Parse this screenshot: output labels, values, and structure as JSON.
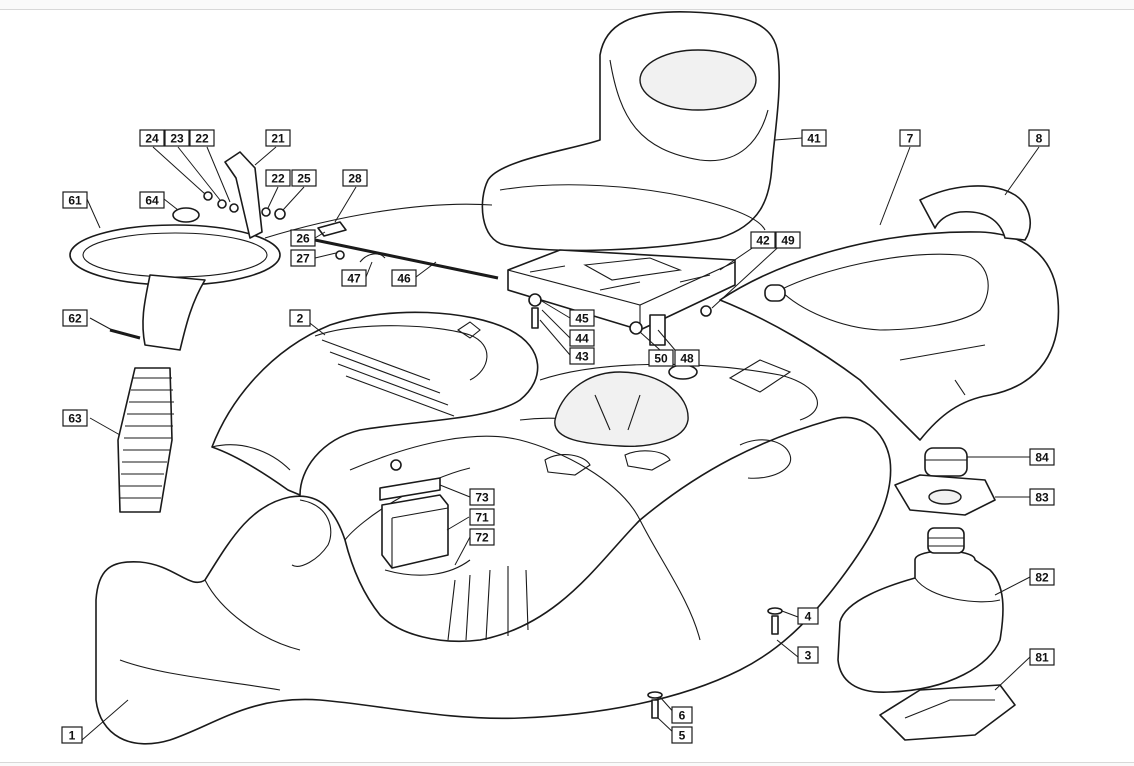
{
  "callouts": [
    {
      "id": "c1",
      "label": "1"
    },
    {
      "id": "c2",
      "label": "2"
    },
    {
      "id": "c3",
      "label": "3"
    },
    {
      "id": "c4",
      "label": "4"
    },
    {
      "id": "c5",
      "label": "5"
    },
    {
      "id": "c6",
      "label": "6"
    },
    {
      "id": "c7",
      "label": "7"
    },
    {
      "id": "c8",
      "label": "8"
    },
    {
      "id": "c21",
      "label": "21"
    },
    {
      "id": "c22a",
      "label": "22"
    },
    {
      "id": "c22b",
      "label": "22"
    },
    {
      "id": "c23",
      "label": "23"
    },
    {
      "id": "c24",
      "label": "24"
    },
    {
      "id": "c25",
      "label": "25"
    },
    {
      "id": "c26",
      "label": "26"
    },
    {
      "id": "c27",
      "label": "27"
    },
    {
      "id": "c28",
      "label": "28"
    },
    {
      "id": "c41",
      "label": "41"
    },
    {
      "id": "c42",
      "label": "42"
    },
    {
      "id": "c43",
      "label": "43"
    },
    {
      "id": "c44",
      "label": "44"
    },
    {
      "id": "c45",
      "label": "45"
    },
    {
      "id": "c46",
      "label": "46"
    },
    {
      "id": "c47",
      "label": "47"
    },
    {
      "id": "c48",
      "label": "48"
    },
    {
      "id": "c49",
      "label": "49"
    },
    {
      "id": "c50",
      "label": "50"
    },
    {
      "id": "c61",
      "label": "61"
    },
    {
      "id": "c62",
      "label": "62"
    },
    {
      "id": "c63",
      "label": "63"
    },
    {
      "id": "c64",
      "label": "64"
    },
    {
      "id": "c71",
      "label": "71"
    },
    {
      "id": "c72",
      "label": "72"
    },
    {
      "id": "c73",
      "label": "73"
    },
    {
      "id": "c81",
      "label": "81"
    },
    {
      "id": "c82",
      "label": "82"
    },
    {
      "id": "c83",
      "label": "83"
    },
    {
      "id": "c84",
      "label": "84"
    }
  ]
}
